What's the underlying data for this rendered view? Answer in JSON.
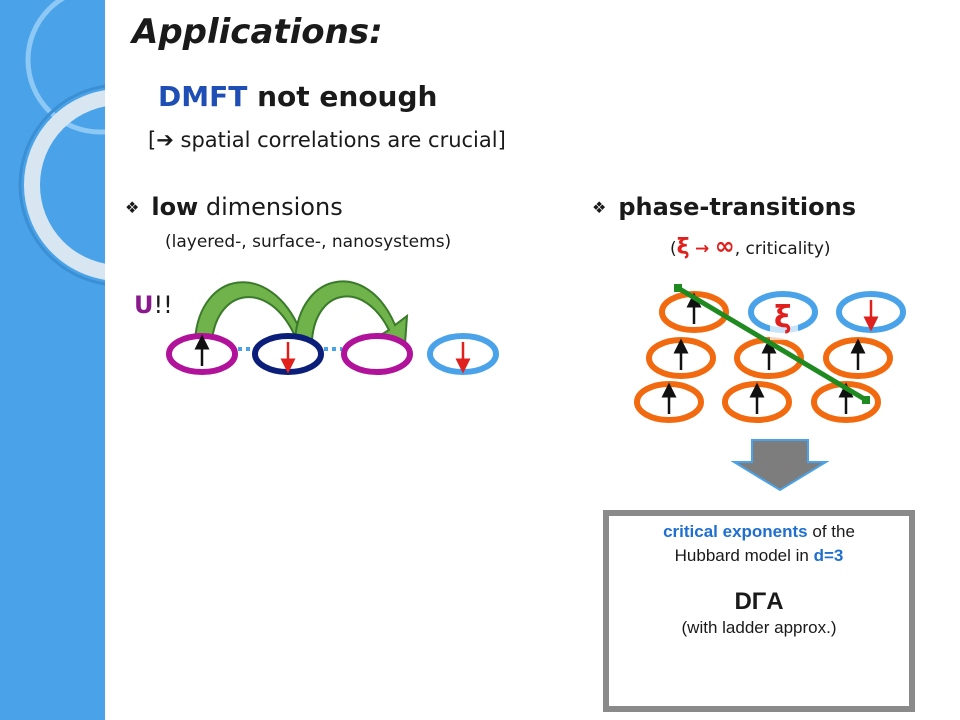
{
  "title": "Applications:",
  "subtitle": {
    "dmft": "DMFT",
    "rest": "not enough"
  },
  "note": {
    "open": "[",
    "arrow": "➔",
    "text": "spatial correlations are crucial",
    "close": "]"
  },
  "bullet_left": {
    "marker": "❖",
    "bold": "low",
    "text": "dimensions",
    "sub": "(layered-, surface-, nanosystems)"
  },
  "bullet_right": {
    "marker": "❖",
    "bold": "phase-transitions",
    "sub_open": "(",
    "xi": "ξ",
    "arrow": "→",
    "inf": "∞",
    "sub_rest": ", criticality)"
  },
  "u_label": {
    "u": "U",
    "bang": "!!"
  },
  "xi_label": "ξ",
  "result_box": {
    "line1_bold": "critical exponents",
    "line1_rest": "of the",
    "line2_pre": "Hubbard model in",
    "line2_bold": "d=3",
    "method": "DΓA",
    "line4": "(with ladder approx.)"
  },
  "colors": {
    "sidebar": "#4aa3e8",
    "magenta": "#b0129a",
    "navy": "#0b1f7a",
    "orange": "#f26a0f",
    "lightblue": "#4aa3e8",
    "green": "#1f8a1f",
    "spin_up": "#111111",
    "spin_down": "#e0201c"
  }
}
